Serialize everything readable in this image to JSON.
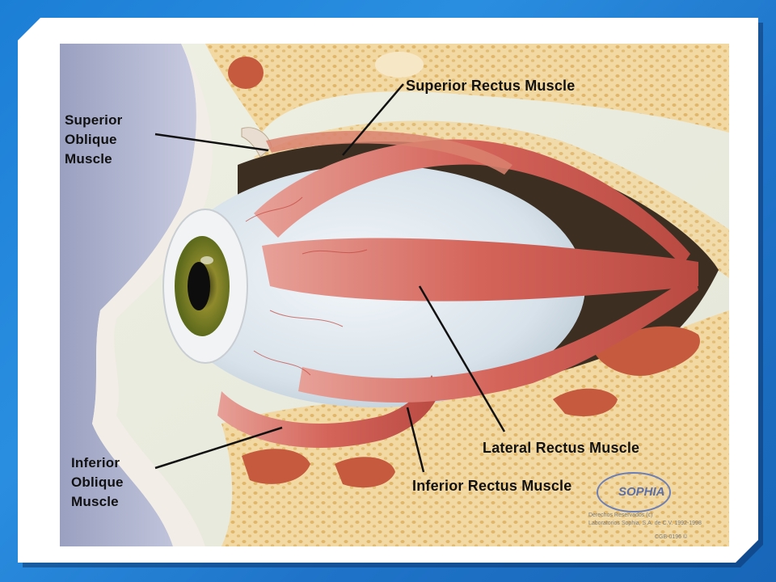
{
  "labels": {
    "superior_rectus": "Superior Rectus Muscle",
    "superior_oblique_line1": "Superior",
    "superior_oblique_line2": "Oblique",
    "superior_oblique_line3": "Muscle",
    "lateral_rectus": "Lateral Rectus Muscle",
    "inferior_oblique_line1": "Inferior",
    "inferior_oblique_line2": "Oblique",
    "inferior_oblique_line3": "Muscle",
    "inferior_rectus": "Inferior Rectus Muscle"
  },
  "logo": {
    "text": "SOPHIA",
    "copyright_line1": "Derechos Reservados (c)",
    "copyright_line2": "Laboratorios Sophia, S.A. de C.V. 1992-1998",
    "code": "CGB-0196 ©"
  },
  "colors": {
    "background": "#1f7fd3",
    "bone": "#f1d6a0",
    "muscle": "#d86a5e",
    "eyeball": "#dfe8ee",
    "skin_shadow": "#a9aec8"
  }
}
